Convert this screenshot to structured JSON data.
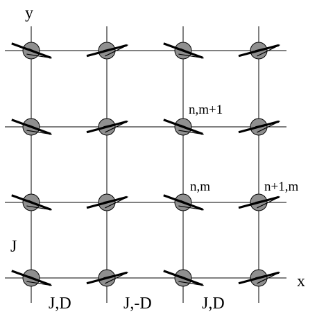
{
  "axes": {
    "x_label": "x",
    "y_label": "y"
  },
  "site_labels": {
    "n_m1": "n,m+1",
    "n_m": "n,m",
    "n1_m": "n+1,m"
  },
  "couplings": {
    "vertical": "J",
    "bond_1": "J,D",
    "bond_2": "J,-D",
    "bond_3": "J,D"
  },
  "lattice": {
    "columns": 4,
    "rows": 4,
    "spin_tilts_deg": [
      [
        20,
        -15,
        20,
        -15
      ],
      [
        20,
        -15,
        20,
        -15
      ],
      [
        20,
        -15,
        20,
        -15
      ],
      [
        20,
        -15,
        20,
        -15
      ]
    ]
  },
  "colors": {
    "site_fill": "#8f8f8f",
    "line": "#000000",
    "background": "#ffffff"
  }
}
